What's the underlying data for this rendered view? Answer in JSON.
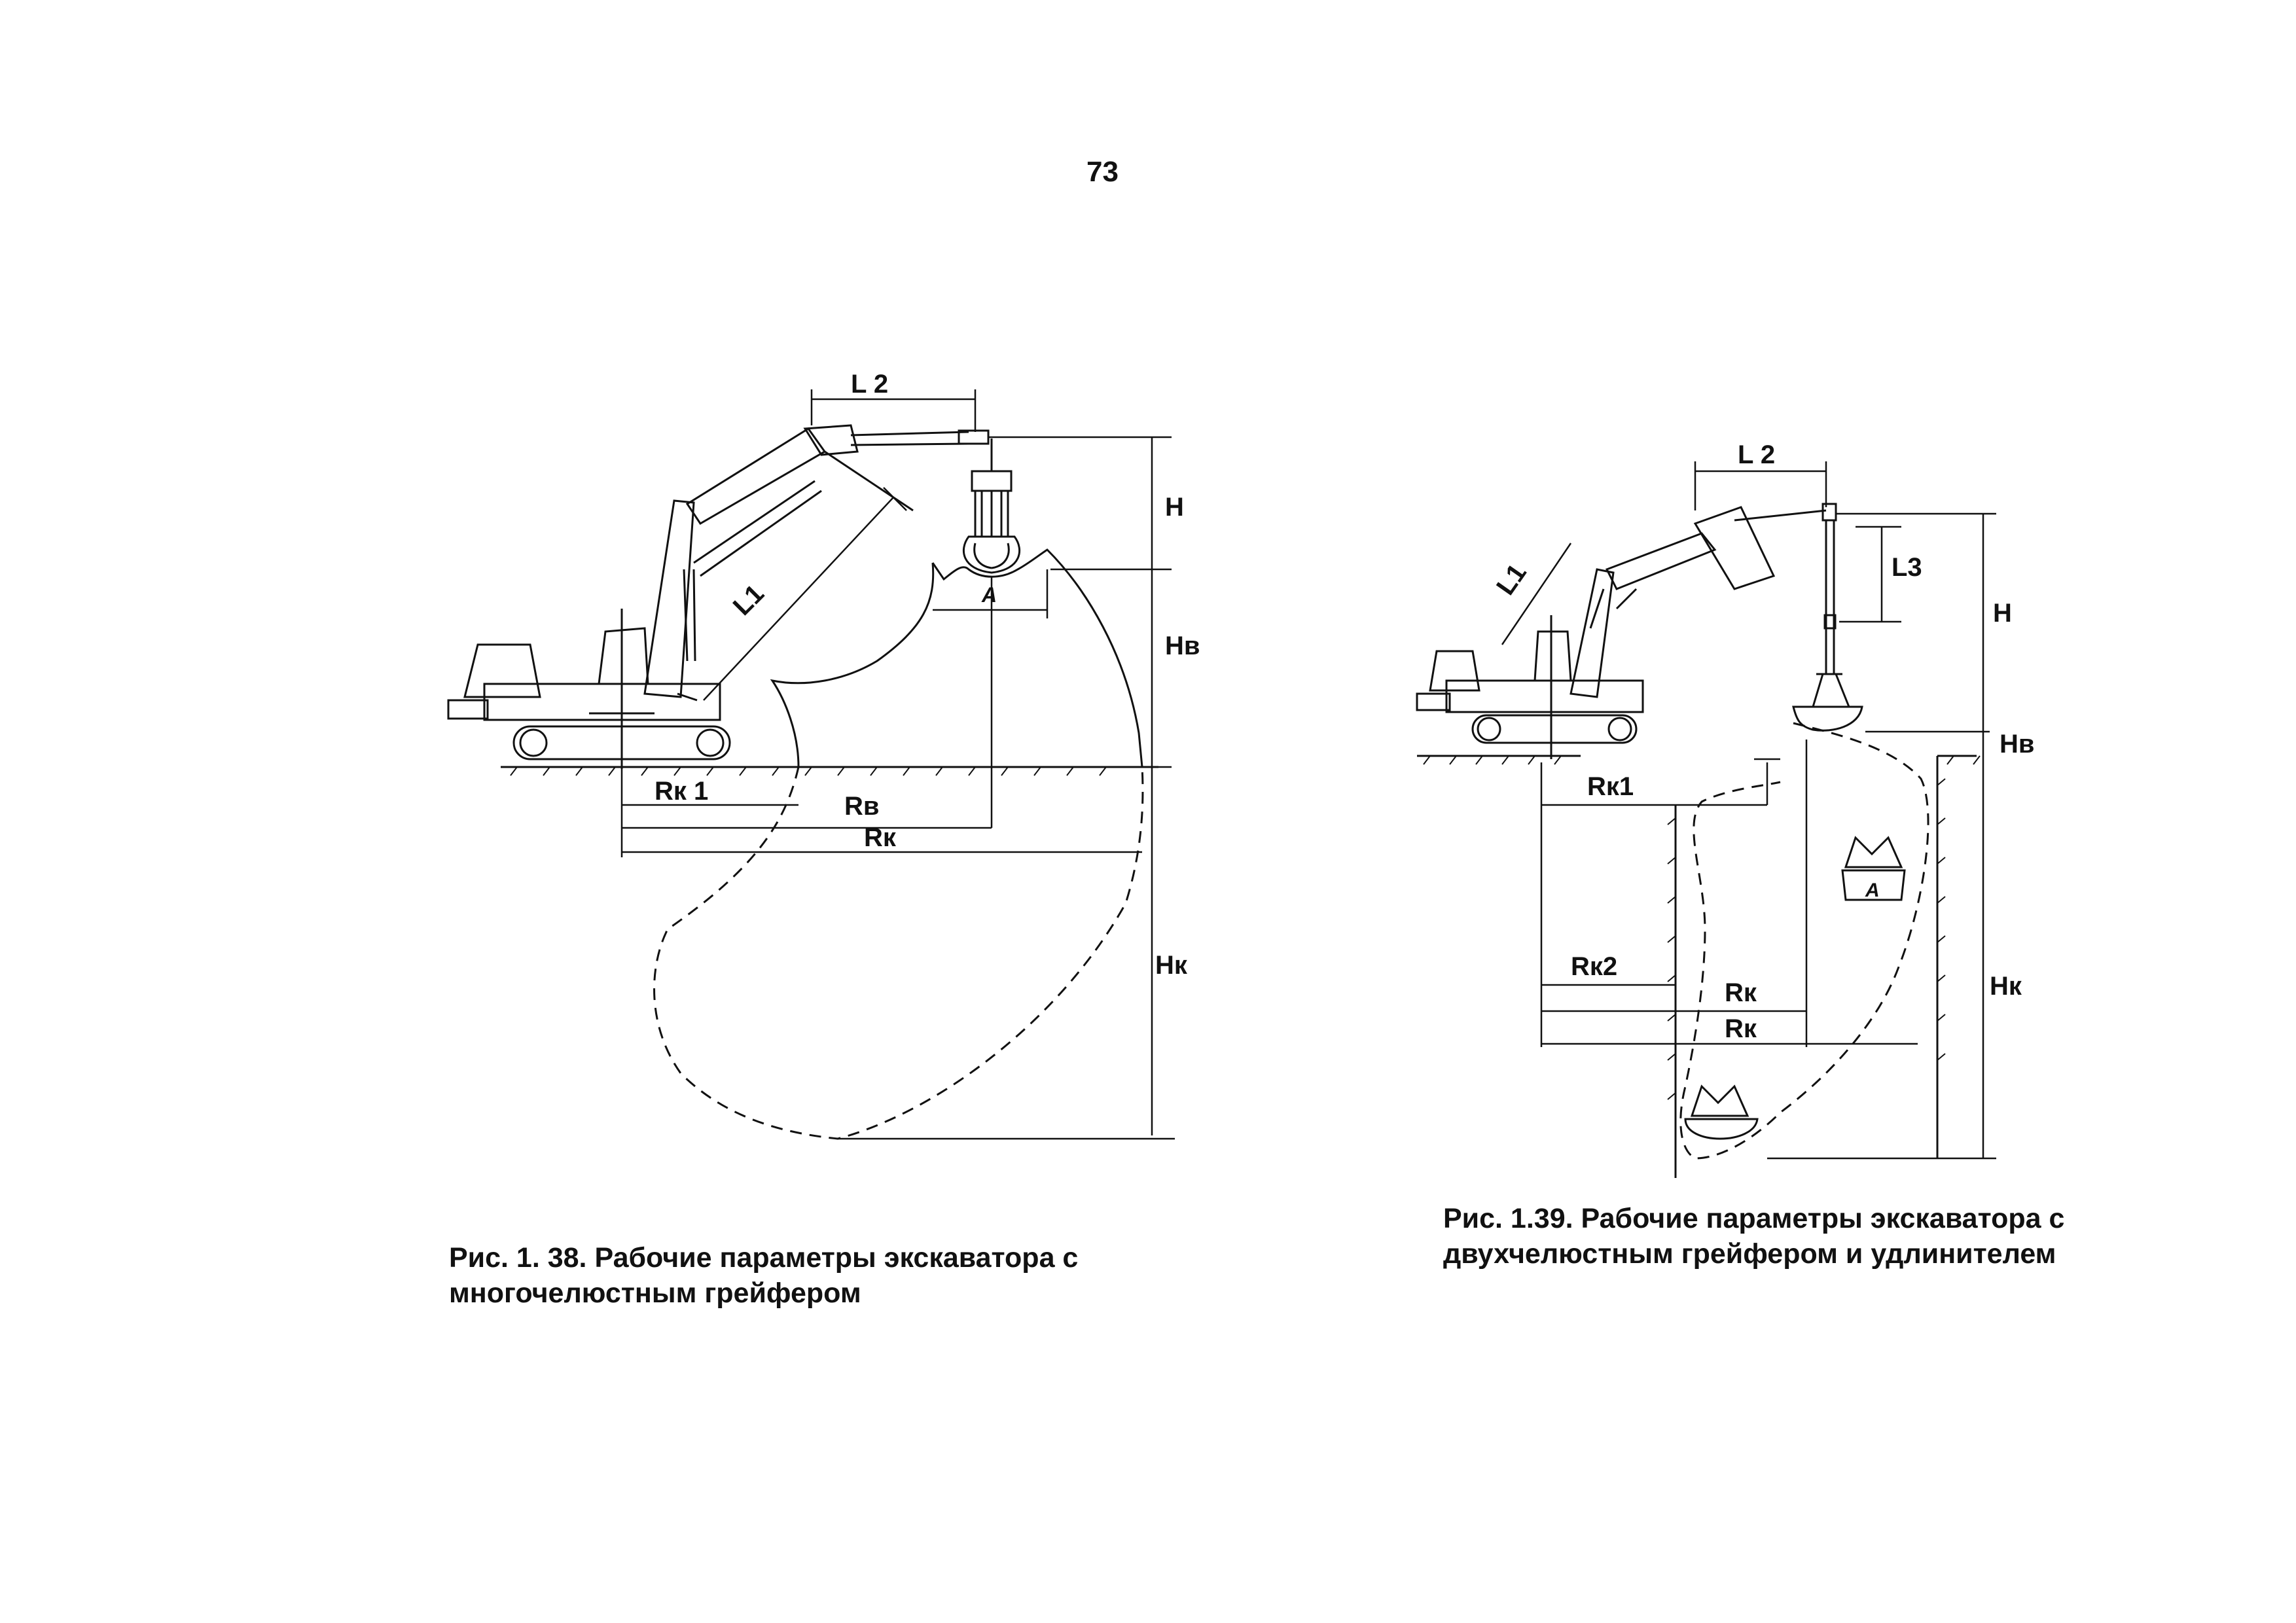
{
  "page": {
    "number": "73"
  },
  "figure1": {
    "caption_line1": "Рис. 1. 38. Рабочие параметры экскаватора с",
    "caption_line2": "многочелюстным грейфером",
    "labels": {
      "L2": "L 2",
      "L1": "L1",
      "A": "A",
      "H": "H",
      "Hv": "Нв",
      "Hk": "Нк",
      "Rk1": "Rк 1",
      "Rv": "Rв",
      "Rk": "Rк"
    }
  },
  "figure2": {
    "caption_line1": "Рис. 1.39. Рабочие параметры экскаватора с",
    "caption_line2": "двухчелюстным грейфером и удлинителем",
    "labels": {
      "L2": "L 2",
      "L1": "L1",
      "L3": "L3",
      "A": "A",
      "H": "H",
      "Hv": "Нв",
      "Hk": "Нк",
      "Rk1": "Rк1",
      "Rk2": "Rк2",
      "Rk_upper": "Rк",
      "Rk_lower": "Rк"
    }
  }
}
